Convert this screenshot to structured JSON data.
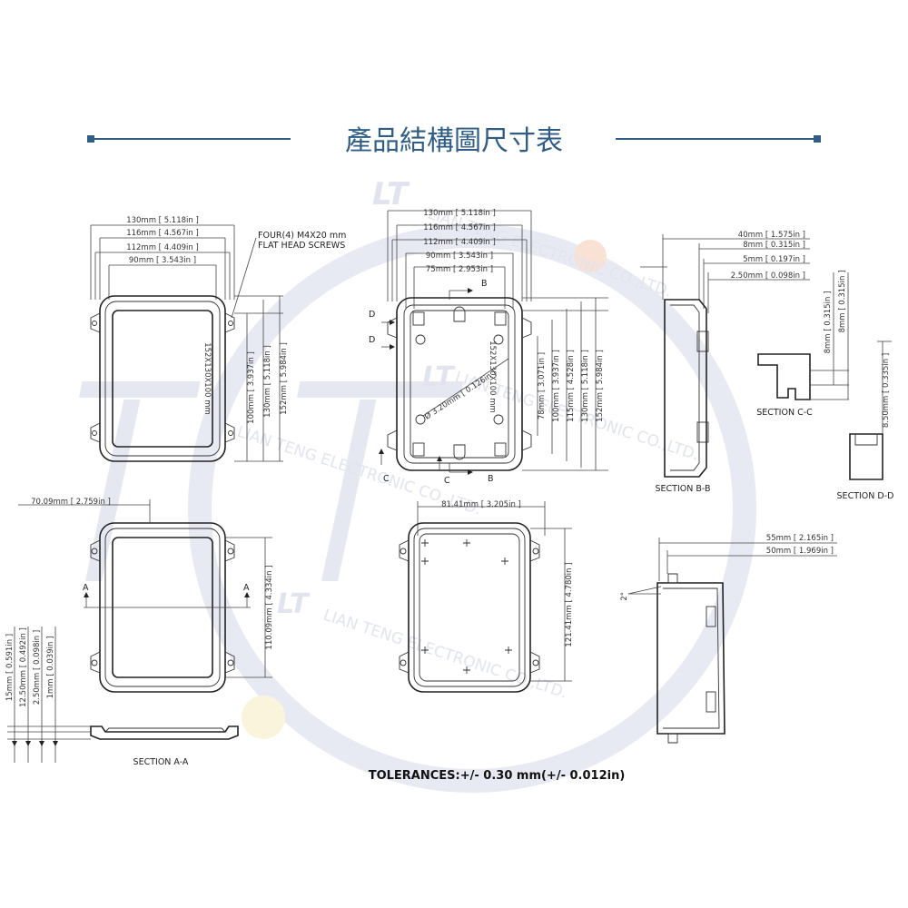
{
  "title": "產品結構圖尺寸表",
  "watermark": {
    "logo": "LT",
    "text": "LIAN TENG ELECTRONIC CO.,LTD."
  },
  "colors": {
    "accent": "#2f5d86",
    "watermark": "#cfd3e6",
    "line": "#222222"
  },
  "view_top": {
    "dims": [
      "130mm [ 5.118in ]",
      "116mm [ 4.567in ]",
      "112mm [ 4.409in ]",
      "90mm [ 3.543in ]"
    ],
    "vdims": [
      "100mm [ 3.937in ]",
      "130mm [ 5.118in ]",
      "152mm [ 5.984in ]"
    ],
    "note_line1": "FOUR(4) M4X20 mm",
    "note_line2": "FLAT HEAD SCREWS",
    "label_text": "152X130X100 mm"
  },
  "view_inner": {
    "dims": [
      "130mm [ 5.118in ]",
      "116mm [ 4.567in ]",
      "112mm [ 4.409in ]",
      "90mm [ 3.543in ]",
      "75mm [ 2.953in ]"
    ],
    "vdims": [
      "78mm [ 3.071in ]",
      "100mm [ 3.937in ]",
      "115mm [ 4.528in ]",
      "130mm [ 5.118in ]",
      "152mm [ 5.984in ]"
    ],
    "hole": "Ø 3.20mm [ 0.126in ]",
    "label_text": "152X130X100 mm",
    "markers": {
      "b": "B",
      "c": "C",
      "d": "D"
    }
  },
  "section_bb": {
    "dims": [
      "40mm [ 1.575in ]",
      "8mm [ 0.315in ]",
      "5mm [ 0.197in ]",
      "2.50mm [ 0.098in ]"
    ],
    "label": "SECTION B-B"
  },
  "section_cc": {
    "vdims": [
      "8mm [ 0.315in ]",
      "8mm [ 0.315in ]"
    ],
    "label": "SECTION C-C"
  },
  "section_dd": {
    "vdims": [
      "8.50mm [ 0.335in ]"
    ],
    "label": "SECTION D-D"
  },
  "view_lid": {
    "hdim": "70.09mm [ 2.759in ]",
    "vdim": "110.09mm [ 4.334in ]",
    "marker": "A"
  },
  "view_base": {
    "hdim": "81.41mm [ 3.205in ]",
    "vdim": "121.41mm [ 4.780in ]"
  },
  "view_side": {
    "dims": [
      "55mm [ 2.165in ]",
      "50mm [ 1.969in ]"
    ],
    "angle": "2°"
  },
  "section_aa": {
    "vdims": [
      "15mm [ 0.591in ]",
      "12.50mm [ 0.492in ]",
      "2.50mm [ 0.098in ]",
      "1mm [ 0.039in ]"
    ],
    "label": "SECTION A-A"
  },
  "tolerances": "TOLERANCES:+/- 0.30 mm(+/- 0.012in)"
}
